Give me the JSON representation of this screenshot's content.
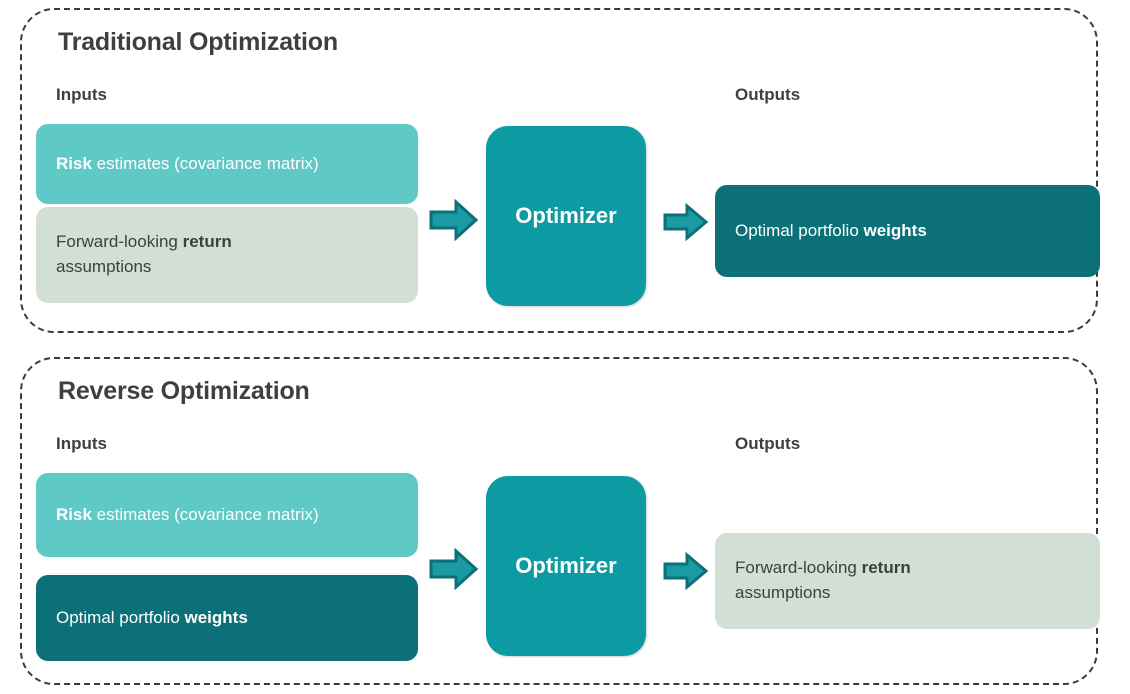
{
  "diagram": {
    "panels": [
      {
        "id": "traditional",
        "title": "Traditional Optimization",
        "inputs_label": "Inputs",
        "outputs_label": "Outputs",
        "process_label": "Optimizer",
        "inputs": [
          {
            "id": "risk",
            "text_plain": "Risk estimates (covariance matrix)",
            "bold_part": "Risk",
            "rest_part": " estimates (covariance matrix)",
            "style": "teal"
          },
          {
            "id": "return",
            "text_plain": "Forward-looking return assumptions",
            "line1_pre": "Forward-looking ",
            "line1_bold": "return",
            "line2": "assumptions",
            "style": "sage"
          }
        ],
        "outputs": [
          {
            "id": "weights",
            "text_plain": "Optimal portfolio weights",
            "pre_part": "Optimal portfolio ",
            "bold_part": "weights",
            "style": "dark"
          }
        ]
      },
      {
        "id": "reverse",
        "title": "Reverse Optimization",
        "inputs_label": "Inputs",
        "outputs_label": "Outputs",
        "process_label": "Optimizer",
        "inputs": [
          {
            "id": "risk",
            "text_plain": "Risk estimates (covariance matrix)",
            "bold_part": "Risk",
            "rest_part": " estimates (covariance matrix)",
            "style": "teal"
          },
          {
            "id": "weights",
            "text_plain": "Optimal portfolio weights",
            "pre_part": "Optimal portfolio ",
            "bold_part": "weights",
            "style": "dark"
          }
        ],
        "outputs": [
          {
            "id": "return",
            "text_plain": "Forward-looking return assumptions",
            "line1_pre": "Forward-looking ",
            "line1_bold": "return",
            "line2": "assumptions",
            "style": "sage"
          }
        ]
      }
    ],
    "icons": {
      "arrow_in": "arrow-right-icon",
      "arrow_out": "arrow-right-icon"
    },
    "colors": {
      "teal_light": "#5fc9c6",
      "teal_mid": "#0c9ba3",
      "teal_dark": "#0b7077",
      "sage": "#d1dfd5",
      "arrow_fill": "#1a9aa3",
      "arrow_stroke": "#0b7077",
      "text_dark": "#3f3f3f",
      "panel_border": "#3b3b3b",
      "background": "#ffffff"
    }
  }
}
